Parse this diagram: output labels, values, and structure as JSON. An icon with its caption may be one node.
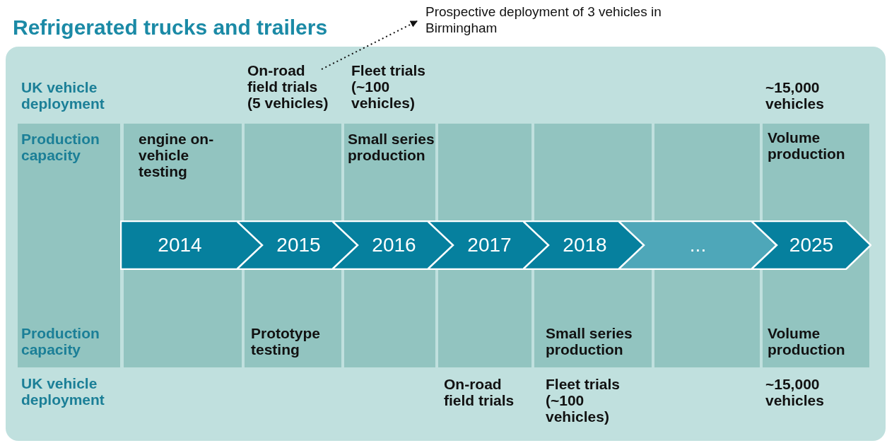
{
  "diagram": {
    "title": "Refrigerated trucks and trailers",
    "nodes": [
      {
        "text": [
          "Prospective deployment of 3 vehicles in Birmingham"
        ]
      },
      {
        "text": [
          "On-road field trials (5 vehicles)"
        ]
      },
      {
        "text": [
          "2014"
        ]
      },
      {
        "text": [
          "2015"
        ]
      },
      {
        "text": [
          "2016"
        ]
      },
      {
        "text": [
          "2017"
        ]
      },
      {
        "text": [
          "2018"
        ]
      },
      {
        "text": [
          "..."
        ]
      },
      {
        "text": [
          "2025"
        ]
      }
    ],
    "edges": [
      {
        "from": 1,
        "to": 0,
        "arrow": "to",
        "style": "dashed"
      }
    ],
    "labels": [
      "UK vehicle deployment",
      "Fleet trials (~100 vehicles)",
      "~15,000 vehicles",
      "Production capacity",
      "engine on-vehicle testing",
      "Small series production",
      "Volume production",
      "Production capacity",
      "Prototype testing",
      "Small series production",
      "Volume production",
      "UK vehicle deployment",
      "On-road field trials",
      "Fleet trials (~100 vehicles)",
      "~15,000 vehicles"
    ]
  }
}
